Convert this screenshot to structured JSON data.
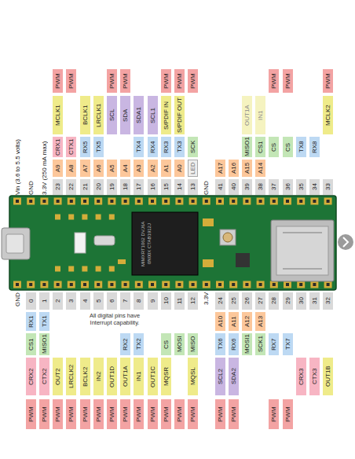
{
  "diagram": {
    "labels": [
      "Vin (3.6 to 5.5 volts)",
      "GND",
      "3.3V (250 mA max)",
      "23",
      "A9",
      "CRX1",
      "MCLK1",
      "PWM",
      "22",
      "A8",
      "CTX1",
      "PWM",
      "21",
      "A7",
      "RX5",
      "BCLK1",
      "20",
      "A6",
      "TX5",
      "LRCLK1",
      "19",
      "A5",
      "SCL",
      "PWM",
      "18",
      "A4",
      "SDA",
      "PWM",
      "17",
      "A3",
      "TX4",
      "SDA1",
      "16",
      "A2",
      "RX4",
      "SCL1",
      "15",
      "A1",
      "RX3",
      "S/PDIF IN",
      "PWM",
      "14",
      "A0",
      "TX3",
      "S/PDIF OUT",
      "PWM",
      "13",
      "LED",
      "SCK",
      "PWM",
      "GND",
      "41",
      "A17",
      "40",
      "A16",
      "39",
      "A15",
      "MISO1",
      "OUT1A",
      "38",
      "A14",
      "CS1",
      "IN1",
      "37",
      "CS",
      "PWM",
      "36",
      "CS",
      "PWM",
      "35",
      "TX8",
      "34",
      "RX8",
      "33",
      "MCLK2",
      "PWM",
      "MIMXRT1062 DVJ6A 0N00X CTAB1912J",
      "All digital pins have Interrupt capability.",
      "GND",
      "0",
      "RX1",
      "CS1",
      "CRX2",
      "PWM",
      "1",
      "TX1",
      "MISO1",
      "CTX2",
      "PWM",
      "2",
      "OUT2",
      "PWM",
      "3",
      "LRCLK2",
      "PWM",
      "4",
      "BCLK2",
      "PWM",
      "5",
      "IN2",
      "PWM",
      "6",
      "OUT1D",
      "PWM",
      "7",
      "RX2",
      "OUT1A",
      "PWM",
      "8",
      "TX2",
      "IN1",
      "PWM",
      "9",
      "OUT1C",
      "PWM",
      "10",
      "CS",
      "MQSR",
      "PWM",
      "11",
      "MOSI",
      "PWM",
      "12",
      "MISO",
      "MQSL",
      "PWM",
      "3.3V",
      "24",
      "A10",
      "TX6",
      "SCL2",
      "PWM",
      "25",
      "A11",
      "RX6",
      "SDA2",
      "PWM",
      "26",
      "A12",
      "MOSI1",
      "27",
      "A13",
      "SCK1",
      "28",
      "RX7",
      "PWM",
      "29",
      "TX7",
      "PWM",
      "30",
      "CRX3",
      "31",
      "CTX3",
      "32",
      "OUT1B"
    ]
  }
}
